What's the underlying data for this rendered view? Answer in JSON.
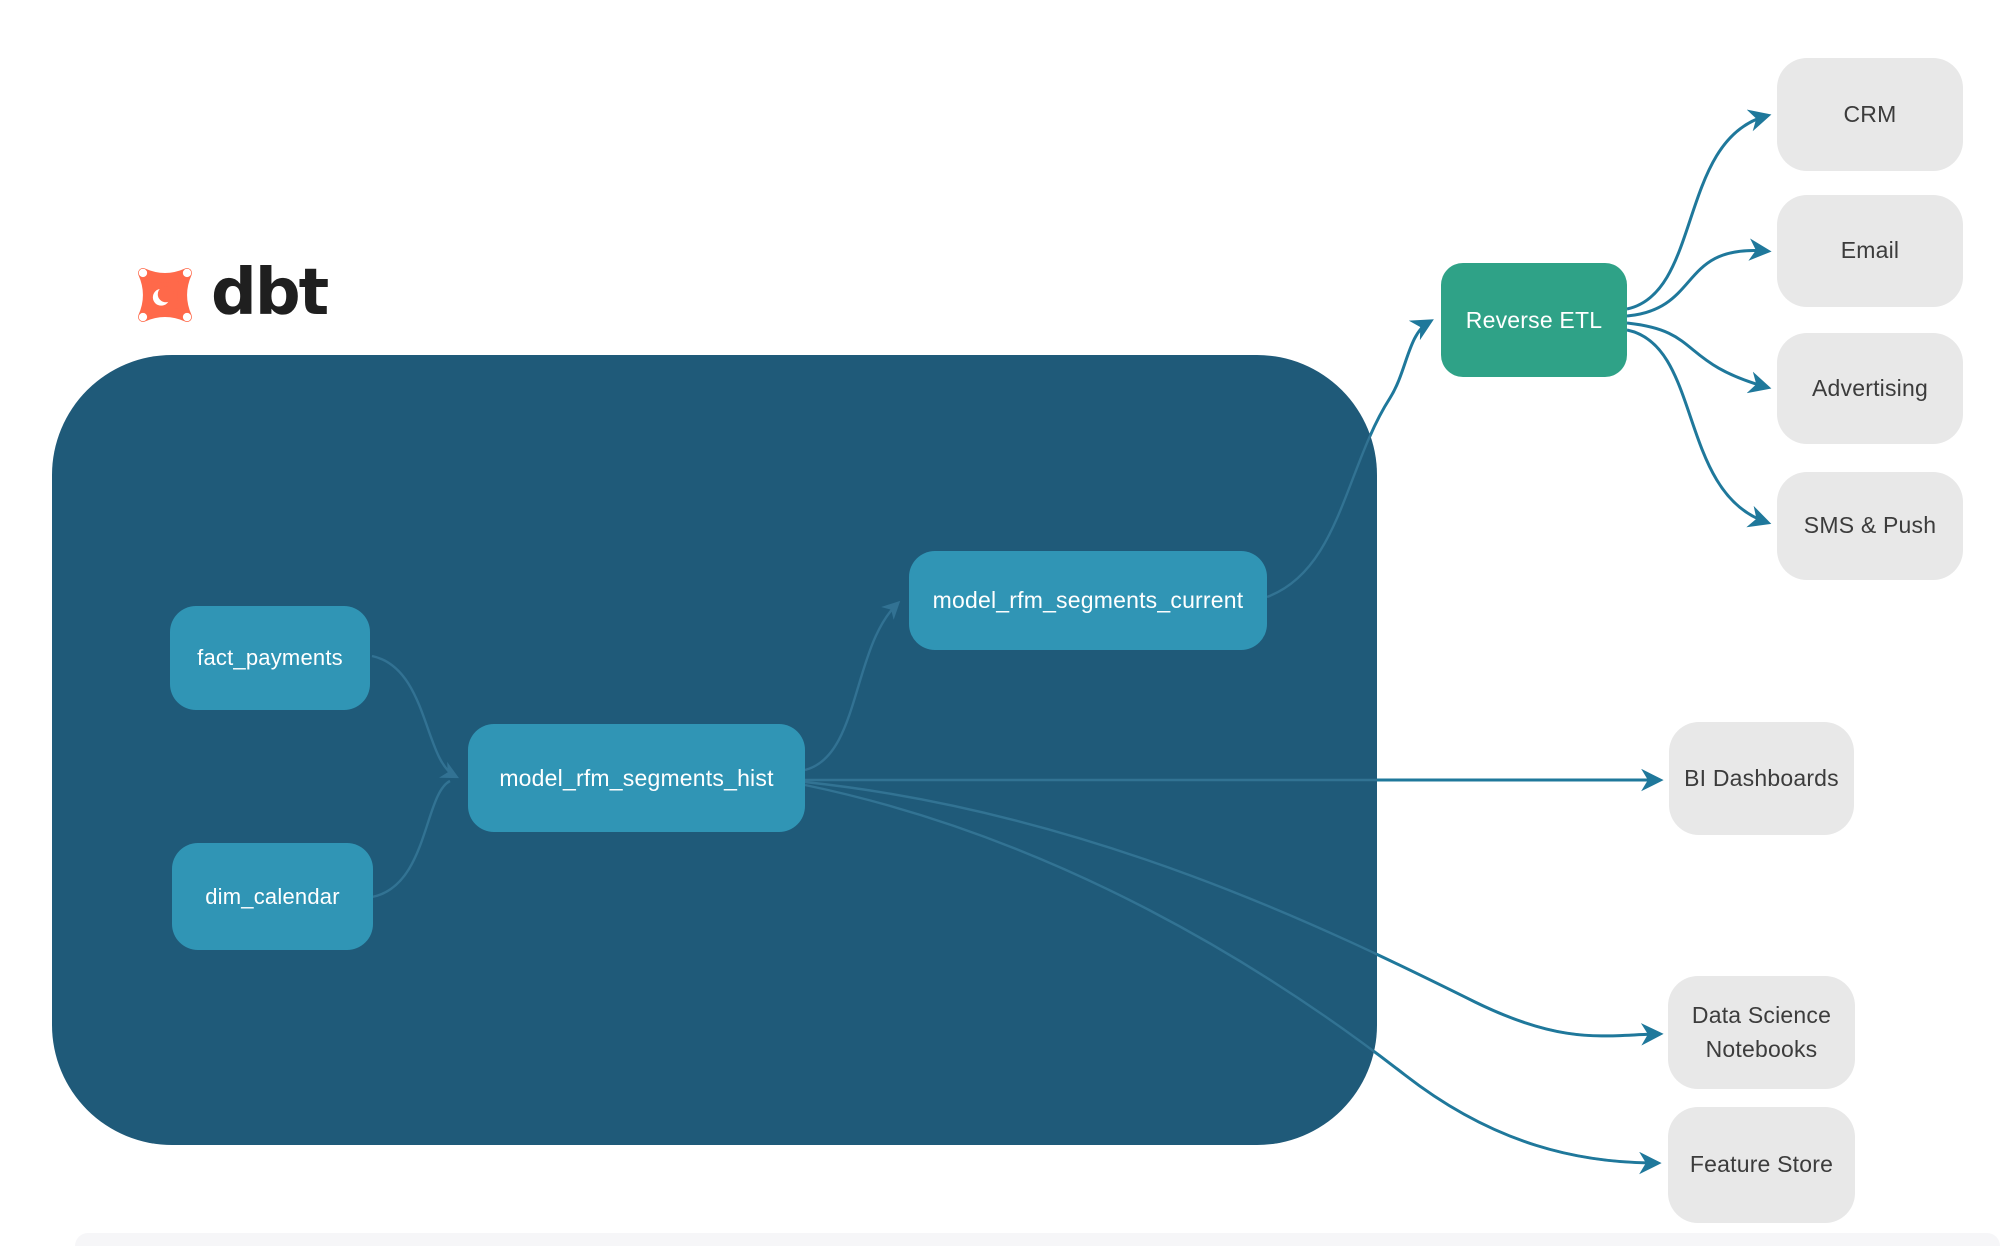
{
  "logo": {
    "wordmark": "dbt"
  },
  "diagram": {
    "warehouse_nodes": {
      "fact_payments": "fact_payments",
      "dim_calendar": "dim_calendar",
      "model_hist": "model_rfm_segments_hist",
      "model_current": "model_rfm_segments_current"
    },
    "activation": {
      "reverse_etl": "Reverse ETL",
      "destinations": [
        "CRM",
        "Email",
        "Advertising",
        "SMS & Push"
      ]
    },
    "analytics": {
      "bi_dashboards": "BI Dashboards",
      "data_science_notebooks": "Data Science Notebooks",
      "feature_store": "Feature Store"
    }
  },
  "colors": {
    "container_bg": "#1f5a79",
    "model_node_bg": "#3095b5",
    "reverse_etl_bg": "#2fa287",
    "destination_bg": "#e8e8e8",
    "edge_strong": "#1f789b",
    "edge_subtle": "#37799a",
    "logo_orange": "#ff694a",
    "node_text": "#ffffff",
    "destination_text": "#3c3c3c"
  }
}
